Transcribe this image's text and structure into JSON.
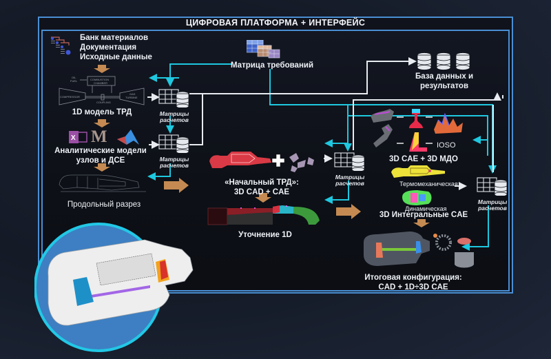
{
  "title": "ЦИФРОВАЯ ПЛАТФОРМА + ИНТЕРФЕЙС",
  "inputs": {
    "lines": [
      "Банк материалов",
      "Документация",
      "Исходные данные"
    ],
    "icon": "documents-gear-icon"
  },
  "model_1d": {
    "label": "1D модель ТРД",
    "schematic": {
      "oil_fuel": "OIL\nFUEL",
      "oil": "OIL",
      "fuel": "FUEL",
      "combustion_chamber_1": "COMBUSTION",
      "combustion_chamber_2": "CHAMBER",
      "compressor": "COMPRESSOR",
      "coupling": "COUPLING",
      "gas_turbine_1": "GAS",
      "gas_turbine_2": "TURBINE"
    }
  },
  "analytic_models": {
    "label_line1": "Аналитические модели",
    "label_line2": "узлов и ДСЕ",
    "tools": [
      "excel-icon",
      "mathcad-icon",
      "matlab-icon"
    ]
  },
  "longitudinal_section": {
    "label": "Продольный разрез"
  },
  "calc_matrix": {
    "label_line1": "Матрицы",
    "label_line2": "расчетов"
  },
  "requirements_matrix": {
    "label": "Матрица требований"
  },
  "database": {
    "label_line1": "База данных и",
    "label_line2": "результатов"
  },
  "initial_engine": {
    "label_line1": "«Начальный ТРД»:",
    "label_line2": "3D CAD + CAE"
  },
  "refinement_1d": {
    "label": "Уточнение 1D"
  },
  "cae_mdo": {
    "label": "3D CAE + 3D МДО",
    "ioso": "IOSO"
  },
  "integral_cae": {
    "thermo": "Термомеханическая",
    "dynamic": "Динамическая",
    "label": "3D Интегральные CAE"
  },
  "final_config": {
    "label_line1": "Итоговая конфигурация:",
    "label_line2": "CAD + 1D÷3D CAE"
  },
  "colors": {
    "frame": "#4a8fd4",
    "cyan_link": "#1ec8e0",
    "white_link": "#e8ecf0",
    "flow_arrow": "#c48a52"
  }
}
